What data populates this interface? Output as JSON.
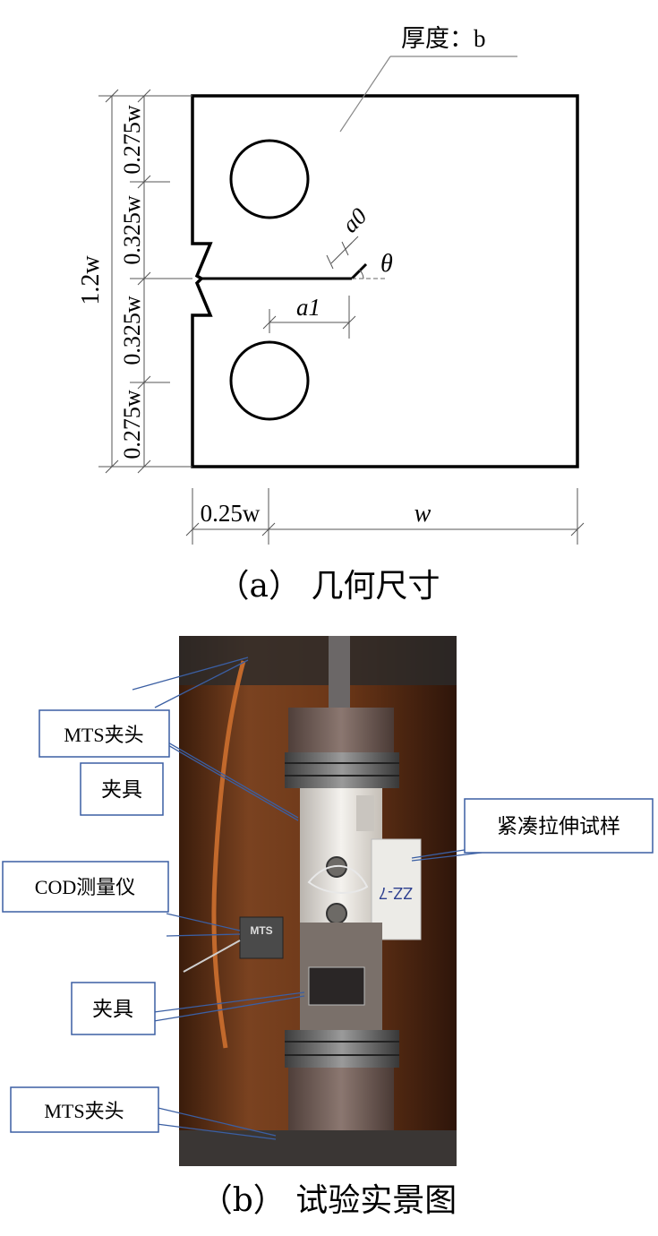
{
  "part_a": {
    "thickness_label": "厚度：b",
    "dim_1_2w": "1.2w",
    "dim_top_0275": "0.275w",
    "dim_top_0325": "0.325w",
    "dim_bot_0325": "0.325w",
    "dim_bot_0275": "0.275w",
    "dim_a0": "a0",
    "dim_theta": "θ",
    "dim_a1": "a1",
    "dim_025w": "0.25w",
    "dim_w": "w",
    "caption": "（a） 几何尺寸"
  },
  "part_b": {
    "callouts": {
      "mts_top": "MTS夹头",
      "fixture_top": "夹具",
      "cod": "COD测量仪",
      "fixture_bottom": "夹具",
      "mts_bottom": "MTS夹头",
      "specimen": "紧凑拉伸试样"
    },
    "photo_texts": {
      "cod_brand": "MTS",
      "specimen_mark": "ZZ-7"
    },
    "caption": "（b） 试验实景图"
  },
  "colors": {
    "callout_border": "#3b5fa3",
    "wood": "#6b3a1a",
    "steel": "#7a6a64"
  }
}
